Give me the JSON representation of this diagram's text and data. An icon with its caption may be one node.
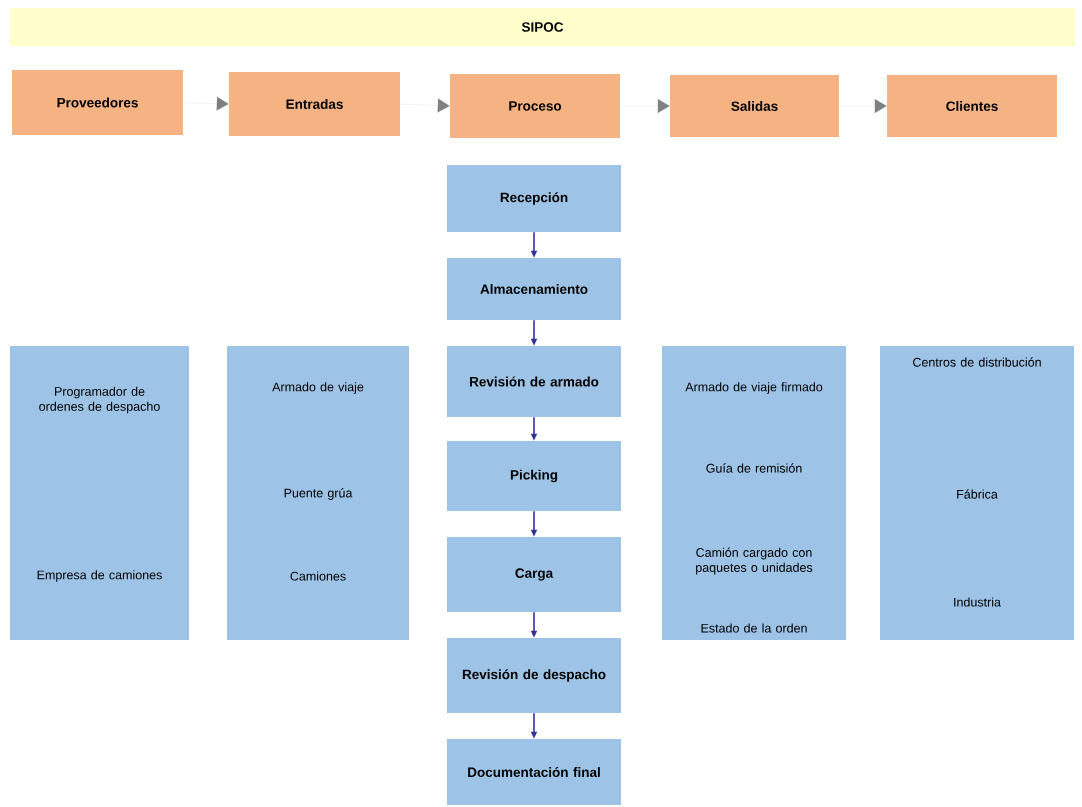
{
  "diagram": {
    "nodes": [
      {
        "text": [
          "SIPOC"
        ]
      },
      {
        "text": [
          "Proveedores"
        ]
      },
      {
        "text": [
          "Entradas"
        ]
      },
      {
        "text": [
          "Proceso"
        ]
      },
      {
        "text": [
          "Salidas"
        ]
      },
      {
        "text": [
          "Clientes"
        ]
      },
      {
        "text": [
          "Recepción"
        ]
      },
      {
        "text": [
          "Almacenamiento"
        ]
      },
      {
        "text": [
          "Revisión de armado"
        ]
      },
      {
        "text": [
          "Picking"
        ]
      },
      {
        "text": [
          "Carga"
        ]
      },
      {
        "text": [
          "Revisión de despacho"
        ]
      },
      {
        "text": [
          "Documentación final"
        ]
      },
      {
        "text": [
          "Programador de ordenes de despacho",
          "Empresa de camiones"
        ]
      },
      {
        "text": [
          "Armado de viaje",
          "Puente grúa",
          "Camiones"
        ]
      },
      {
        "text": [
          "Armado de viaje firmado",
          "Guía de remisión",
          "Camión cargado con paquetes o unidades",
          "Estado de la orden"
        ]
      },
      {
        "text": [
          "Centros de distribución",
          "Fábrica",
          "Industria"
        ]
      }
    ],
    "edges": [
      {
        "from": 1,
        "to": 2,
        "arrow": "to",
        "color": "#808080"
      },
      {
        "from": 2,
        "to": 3,
        "arrow": "to",
        "color": "#808080"
      },
      {
        "from": 3,
        "to": 4,
        "arrow": "to",
        "color": "#808080"
      },
      {
        "from": 4,
        "to": 5,
        "arrow": "to",
        "color": "#808080"
      },
      {
        "from": 6,
        "to": 7,
        "arrow": "to"
      },
      {
        "from": 7,
        "to": 8,
        "arrow": "to"
      },
      {
        "from": 8,
        "to": 9,
        "arrow": "to"
      },
      {
        "from": 9,
        "to": 10,
        "arrow": "to"
      },
      {
        "from": 10,
        "to": 11,
        "arrow": "to"
      },
      {
        "from": 11,
        "to": 12,
        "arrow": "to"
      }
    ]
  }
}
